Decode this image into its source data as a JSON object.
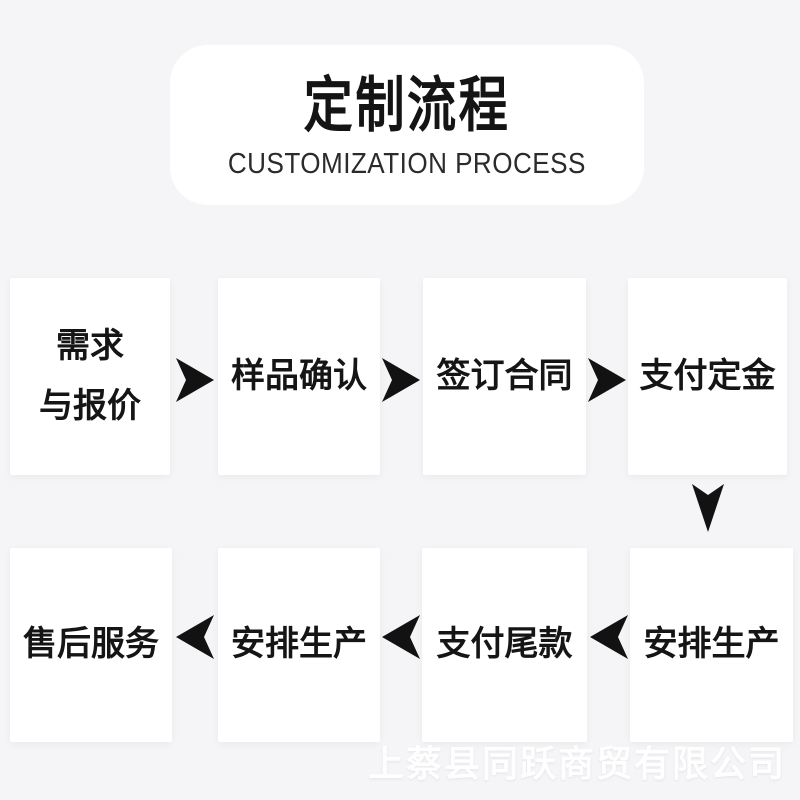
{
  "header": {
    "title": "定制流程",
    "subtitle": "CUSTOMIZATION PROCESS"
  },
  "flow": {
    "top": [
      {
        "line1": "需求",
        "line2": "与报价"
      },
      {
        "line1": "样品确认"
      },
      {
        "line1": "签订合同"
      },
      {
        "line1": "支付定金"
      }
    ],
    "bottom": [
      {
        "line1": "售后服务"
      },
      {
        "line1": "安排生产"
      },
      {
        "line1": "支付尾款"
      },
      {
        "line1": "安排生产"
      }
    ]
  },
  "icons": {
    "arrow_right": "chevron-right-arrow",
    "arrow_left": "chevron-left-arrow",
    "arrow_down": "chevron-down-arrow"
  },
  "colors": {
    "background": "#f5f5f7",
    "box": "#ffffff",
    "text": "#151515",
    "arrow": "#121212",
    "watermark": "#fcfcfe"
  },
  "watermark": {
    "text": "上蔡县同跃商贸有限公司"
  }
}
